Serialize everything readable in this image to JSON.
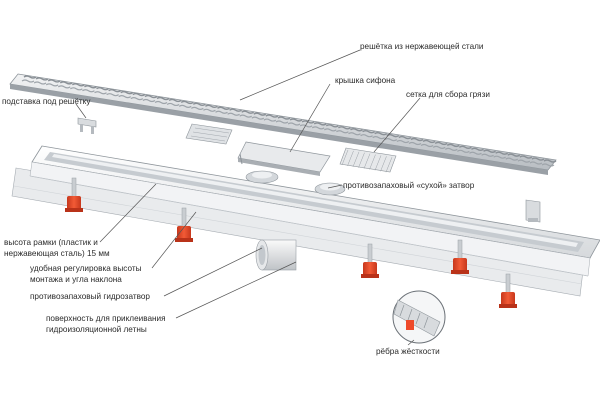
{
  "labels": {
    "grate": "решётка из нержавеющей стали",
    "grate_stand": "подставка под решётку",
    "siphon_cover": "крышка сифона",
    "dirt_mesh": "сетка для сбора грязи",
    "dry_seal": "противозапаховый «сухой» затвор",
    "frame_height_1": "высота рамки (пластик и",
    "frame_height_2": "нержавеющая сталь) 15 мм",
    "adjust_1": "удобная регулировка высоты",
    "adjust_2": "монтажа и угла наклона",
    "water_seal": "противозапаховый гидрозатвор",
    "surface_1": "поверхность для приклеивания",
    "surface_2": "гидроизоляционной летны",
    "ribs": "рёбра жёсткости"
  },
  "colors": {
    "steel_light": "#e4e6e8",
    "steel_mid": "#c4c8cc",
    "steel_dark": "#8e959b",
    "leg_orange": "#ee4a2a",
    "leg_dark": "#b93219",
    "body_white": "#f4f5f6"
  }
}
